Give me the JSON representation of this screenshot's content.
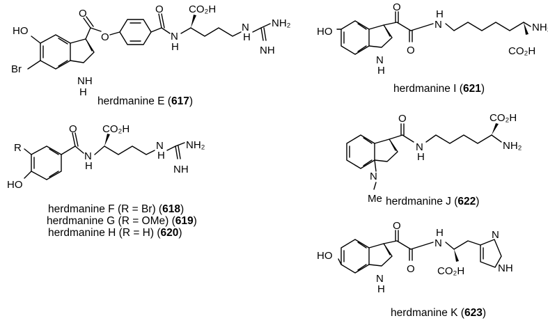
{
  "compounds": [
    {
      "id": "617",
      "label": {
        "prefix": "herdmanine E (",
        "number": "617",
        "suffix": ")"
      },
      "atoms": {
        "ho": "HO",
        "br": "Br",
        "nh": "NH",
        "h": "H",
        "ester_o": "O",
        "carbonyl_o1": "O",
        "carbonyl_o2": "O",
        "amide_n": "N",
        "amide_h": "H",
        "co2h": "CO₂H",
        "gua_nh": "N",
        "gua_h": "H",
        "nh2": "NH₂"
      }
    },
    {
      "id": "618-620",
      "atoms": {
        "r": "R",
        "ho": "HO",
        "carbonyl_o": "O",
        "amide_n": "N",
        "amide_h": "H",
        "co2h": "CO₂H",
        "gua_nh": "N",
        "gua_h": "H",
        "nh2": "NH₂",
        "nh": "NH"
      },
      "labels": [
        {
          "prefix": "herdmanine F (R = Br) (",
          "number": "618",
          "suffix": ")"
        },
        {
          "prefix": "herdmanine G (R = OMe) (",
          "number": "619",
          "suffix": ")"
        },
        {
          "prefix": "herdmanine H (R = H) (",
          "number": "620",
          "suffix": ")"
        }
      ]
    },
    {
      "id": "621",
      "label": {
        "prefix": "herdmanine I (",
        "number": "621",
        "suffix": ")"
      },
      "atoms": {
        "ho": "HO",
        "n": "N",
        "h": "H",
        "o1": "O",
        "o2": "O",
        "amide_n": "N",
        "amide_h": "H",
        "nh2": "NH₂",
        "co2h": "CO₂H"
      }
    },
    {
      "id": "622",
      "label": {
        "prefix": "herdmanine J (",
        "number": "622",
        "suffix": ")"
      },
      "atoms": {
        "n": "N",
        "me": "Me",
        "o": "O",
        "amide_n": "N",
        "amide_h": "H",
        "co2h": "CO₂H",
        "nh2": "NH₂"
      }
    },
    {
      "id": "623",
      "label": {
        "prefix": "herdmanine K (",
        "number": "623",
        "suffix": ")"
      },
      "atoms": {
        "ho": "HO",
        "n": "N",
        "h": "H",
        "o1": "O",
        "o2": "O",
        "amide_n": "N",
        "amide_h": "H",
        "co2h": "CO₂H",
        "imid_n": "N",
        "imid_nh": "NH"
      }
    }
  ]
}
